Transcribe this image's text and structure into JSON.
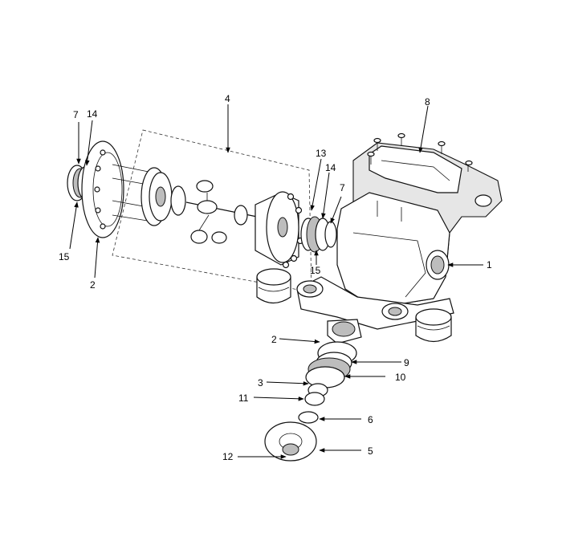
{
  "diagram": {
    "callouts": [
      "1",
      "2",
      "2",
      "3",
      "4",
      "5",
      "6",
      "7",
      "7",
      "8",
      "9",
      "10",
      "11",
      "12",
      "13",
      "14",
      "14",
      "15",
      "15"
    ]
  }
}
